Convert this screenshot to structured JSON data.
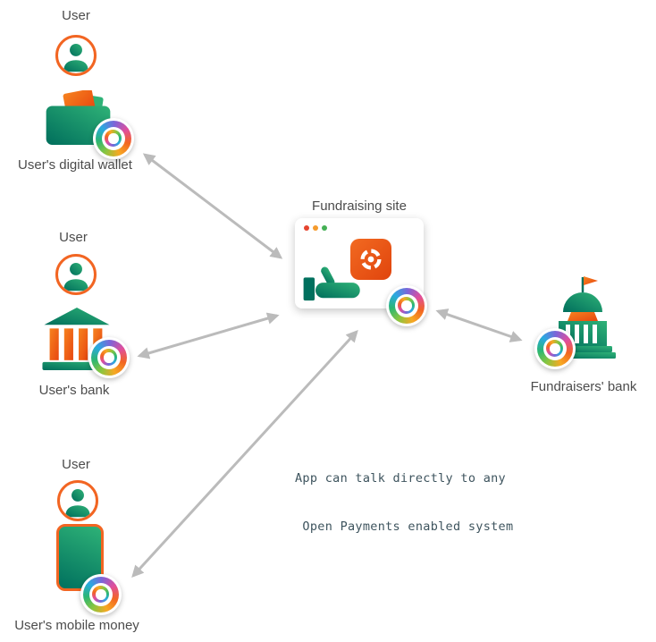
{
  "diagram": {
    "nodes": {
      "digital_wallet": {
        "user": "User",
        "label": "User's digital wallet"
      },
      "users_bank": {
        "user": "User",
        "label": "User's bank"
      },
      "mobile_money": {
        "user": "User",
        "label": "User's mobile money"
      },
      "fundraising_site": {
        "label": "Fundraising site"
      },
      "fundraisers_bank": {
        "label": "Fundraisers' bank"
      }
    },
    "annotation": {
      "line1": "App can talk directly to any",
      "line2": " Open Payments enabled system"
    },
    "icons": [
      "user-avatar-icon",
      "wallet-icon",
      "bank-icon",
      "mobile-phone-icon",
      "browser-window-icon",
      "holding-hand-icon",
      "open-payments-logo-icon",
      "open-payments-badge-icon",
      "government-bank-icon",
      "flag-icon",
      "double-arrow-icon"
    ],
    "colors": {
      "teal": "#00705E",
      "green": "#2EB277",
      "orange": "#F26522",
      "orange_deep": "#E0440D",
      "arrow_gray": "#BBBBBB",
      "label_text": "#4C4C4C",
      "annotation_text": "#3E545E"
    }
  }
}
